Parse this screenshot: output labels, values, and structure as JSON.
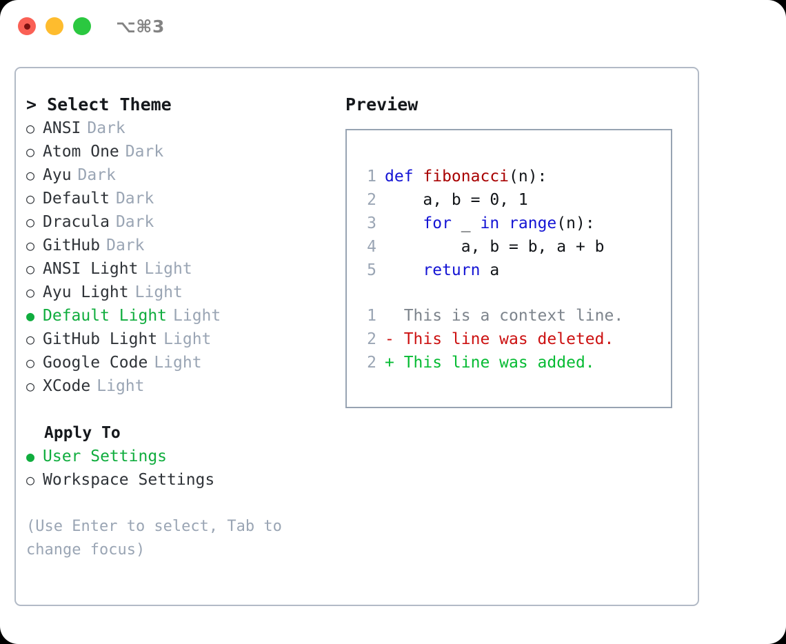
{
  "window": {
    "title": "⌥⌘3",
    "traffic_lights": [
      {
        "name": "close",
        "color": "#fa6055"
      },
      {
        "name": "minimize",
        "color": "#febc2e"
      },
      {
        "name": "maximize",
        "color": "#2bc840"
      }
    ]
  },
  "theme_picker": {
    "heading": "> Select Theme",
    "bullet_unselected": "○",
    "bullet_selected": "●",
    "accent_color": "#10ad3e",
    "themes": [
      {
        "label": "ANSI",
        "tag": "Dark",
        "selected": false
      },
      {
        "label": "Atom One",
        "tag": "Dark",
        "selected": false
      },
      {
        "label": "Ayu",
        "tag": "Dark",
        "selected": false
      },
      {
        "label": "Default",
        "tag": "Dark",
        "selected": false
      },
      {
        "label": "Dracula",
        "tag": "Dark",
        "selected": false
      },
      {
        "label": "GitHub",
        "tag": "Dark",
        "selected": false
      },
      {
        "label": "ANSI Light",
        "tag": "Light",
        "selected": false
      },
      {
        "label": "Ayu Light",
        "tag": "Light",
        "selected": false
      },
      {
        "label": "Default Light",
        "tag": "Light",
        "selected": true
      },
      {
        "label": "GitHub Light",
        "tag": "Light",
        "selected": false
      },
      {
        "label": "Google Code",
        "tag": "Light",
        "selected": false
      },
      {
        "label": "XCode",
        "tag": "Light",
        "selected": false
      }
    ]
  },
  "apply_to": {
    "heading": "Apply To",
    "options": [
      {
        "label": "User Settings",
        "selected": true
      },
      {
        "label": "Workspace Settings",
        "selected": false
      }
    ]
  },
  "hint": "(Use Enter to select, Tab to change focus)",
  "preview": {
    "title": "Preview",
    "code_lines": [
      {
        "num": "1",
        "tokens": [
          {
            "t": "def ",
            "k": "kw"
          },
          {
            "t": "fibonacci",
            "k": "fn"
          },
          {
            "t": "(n):",
            "k": "plain"
          }
        ]
      },
      {
        "num": "2",
        "tokens": [
          {
            "t": "    a, b = 0, 1",
            "k": "plain"
          }
        ]
      },
      {
        "num": "3",
        "tokens": [
          {
            "t": "    ",
            "k": "plain"
          },
          {
            "t": "for",
            "k": "kw"
          },
          {
            "t": " _ ",
            "k": "plain"
          },
          {
            "t": "in",
            "k": "kw"
          },
          {
            "t": " ",
            "k": "plain"
          },
          {
            "t": "range",
            "k": "kw"
          },
          {
            "t": "(n):",
            "k": "plain"
          }
        ]
      },
      {
        "num": "4",
        "tokens": [
          {
            "t": "        a, b = b, a + b",
            "k": "plain"
          }
        ]
      },
      {
        "num": "5",
        "tokens": [
          {
            "t": "    ",
            "k": "plain"
          },
          {
            "t": "return",
            "k": "kw"
          },
          {
            "t": " a",
            "k": "plain"
          }
        ]
      }
    ],
    "diff_lines": [
      {
        "num": "1",
        "kind": "context",
        "text": "  This is a context line."
      },
      {
        "num": "2",
        "kind": "del",
        "text": "- This line was deleted."
      },
      {
        "num": "2",
        "kind": "add",
        "text": "+ This line was added."
      }
    ],
    "colors": {
      "keyword": "#1414d4",
      "function": "#a80000",
      "plain": "#111418",
      "line_number": "#9aa5b4",
      "diff_context": "#7d848c",
      "diff_deleted": "#cc1111",
      "diff_added": "#06bb33"
    }
  }
}
